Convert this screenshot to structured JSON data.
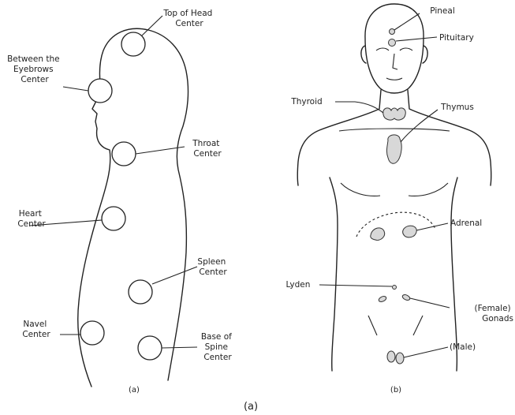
{
  "left_panel": {
    "centers": [
      {
        "lines": [
          "Top of Head",
          "Center"
        ]
      },
      {
        "lines": [
          "Between the",
          "Eyebrows",
          "Center"
        ]
      },
      {
        "lines": [
          "Throat",
          "Center"
        ]
      },
      {
        "lines": [
          "Heart",
          "Center"
        ]
      },
      {
        "lines": [
          "Spleen",
          "Center"
        ]
      },
      {
        "lines": [
          "Navel",
          "Center"
        ]
      },
      {
        "lines": [
          "Base of",
          "Spine",
          "Center"
        ]
      }
    ],
    "sublabel": "(a)"
  },
  "right_panel": {
    "glands": [
      {
        "lines": [
          "Pineal"
        ]
      },
      {
        "lines": [
          "Pituitary"
        ]
      },
      {
        "lines": [
          "Thyroid"
        ]
      },
      {
        "lines": [
          "Thymus"
        ]
      },
      {
        "lines": [
          "Adrenal"
        ]
      },
      {
        "lines": [
          "Lyden"
        ]
      },
      {
        "lines": [
          "(Female)",
          "Gonads"
        ]
      },
      {
        "lines": [
          "(Male)"
        ]
      }
    ],
    "sublabel": "(b)"
  },
  "caption": "(a)"
}
